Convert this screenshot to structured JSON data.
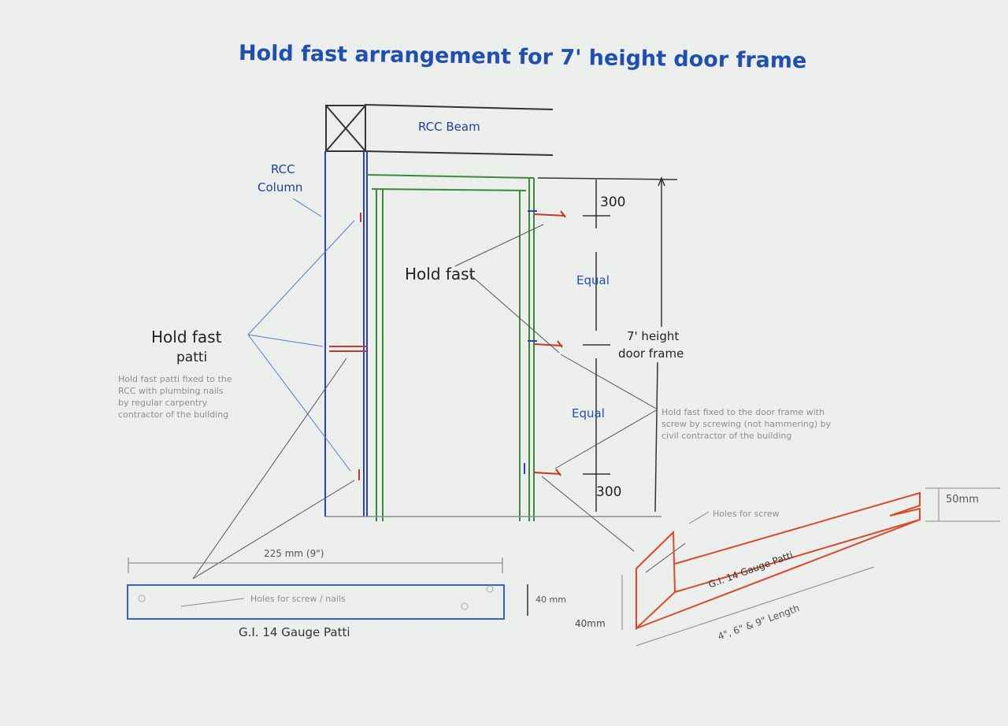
{
  "title": "Hold fast arrangement for 7' height door frame",
  "labels": {
    "rcc_beam": "RCC Beam",
    "rcc_column_1": "RCC",
    "rcc_column_2": "Column",
    "hold_fast": "Hold fast",
    "hold_fast_patti_1": "Hold fast",
    "hold_fast_patti_2": "patti",
    "left_note": [
      "Hold fast patti fixed to the",
      "RCC with plumbing nails",
      "by regular carpentry",
      "contractor of the building"
    ],
    "dim_300_top": "300",
    "equal_1": "Equal",
    "height_1": "7' height",
    "height_2": "door frame",
    "equal_2": "Equal",
    "right_note": [
      "Hold fast fixed to the door frame with",
      "screw by screwing (not hammering) by",
      "civil contractor of the building"
    ],
    "dim_300_bottom": "300",
    "holes_for_screw": "Holes for screw",
    "dim_50mm": "50mm",
    "gi_patti_right": "G.I. 14 Gauge Patti",
    "length_note": "4\", 6\" & 9\" Length",
    "dim_40mm_right": "40mm",
    "dim_225": "225 mm (9\")",
    "holes_screw_nails": "Holes for screw / nails",
    "dim_40mm_left": "40 mm",
    "gi_patti_bottom": "G.I. 14 Gauge Patti"
  },
  "colors": {
    "title": "#1f4fb3",
    "column": "#2b3fc4",
    "frame": "#3a8a3a",
    "holdfast": "#c0392b",
    "patti": "#d94a2a",
    "leader": "#4a7fd0"
  }
}
